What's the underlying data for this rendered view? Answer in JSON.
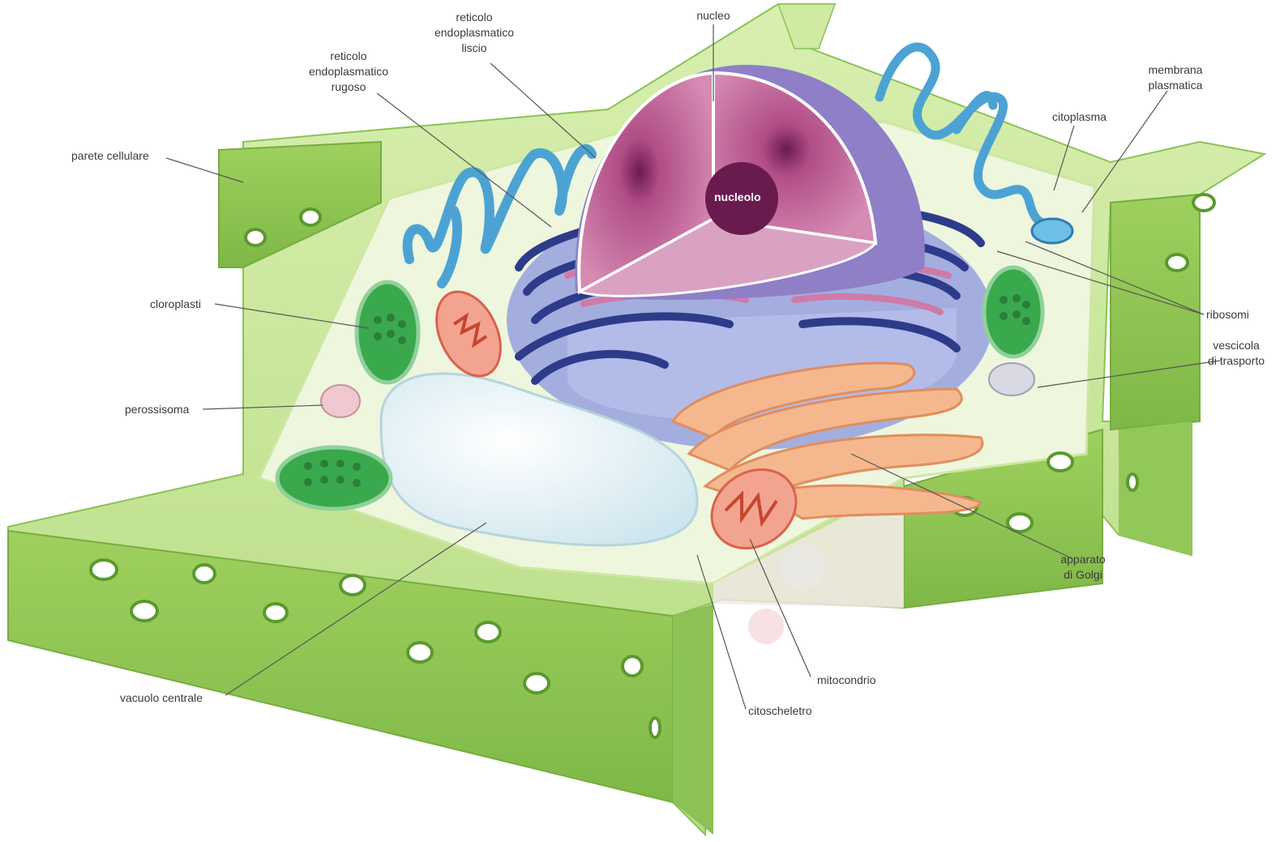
{
  "diagram": {
    "labels": {
      "nucleo": "nucleo",
      "reticolo_liscio_1": "reticolo",
      "reticolo_liscio_2": "endoplasmatico",
      "reticolo_liscio_3": "liscio",
      "reticolo_rugoso_1": "reticolo",
      "reticolo_rugoso_2": "endoplasmatico",
      "reticolo_rugoso_3": "rugoso",
      "membrana_1": "membrana",
      "membrana_2": "plasmatica",
      "citoplasma": "citoplasma",
      "parete_cellulare": "parete cellulare",
      "nucleolo": "nucleolo",
      "cloroplasti": "cloroplasti",
      "ribosomi": "ribosomi",
      "vescicola_1": "vescicola",
      "vescicola_2": "di trasporto",
      "perossisoma": "perossisoma",
      "apparato_1": "apparato",
      "apparato_2": "di Golgi",
      "vacuolo_centrale": "vacuolo centrale",
      "mitocondrio": "mitocondrio",
      "citoscheletro": "citoscheletro"
    },
    "colors": {
      "cell_wall": "#a6d36a",
      "cell_wall_dark": "#7fb847",
      "cytoplasm": "#eef6dd",
      "nucleus": "#b9588e",
      "er_rough": "#5a6fb5",
      "er_smooth": "#4ca3d3",
      "chloroplast": "#3aa84d",
      "mitochondrion": "#e5674a",
      "golgi": "#f2b083",
      "vacuole": "#e6f3f7",
      "label_text": "#3a3a3a",
      "leader_line": "#555555"
    }
  }
}
